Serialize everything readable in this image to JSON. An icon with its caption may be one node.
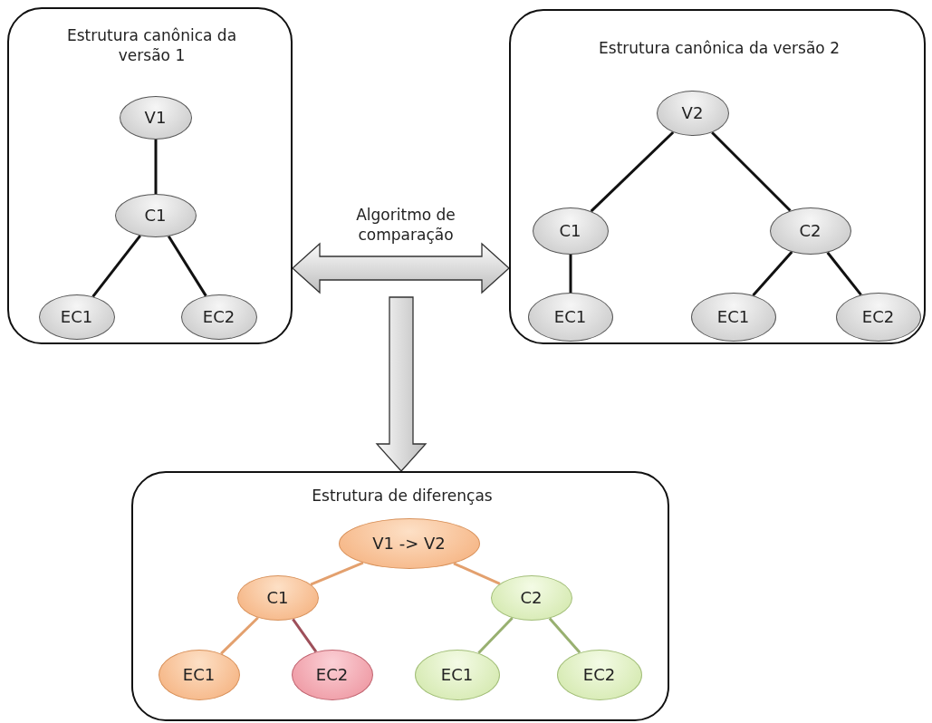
{
  "diagram": {
    "nodes": [
      {
        "text": [
          "Estrutura canônica da versão 1"
        ]
      },
      {
        "text": [
          "V1"
        ],
        "in": 0
      },
      {
        "text": [
          "C1"
        ],
        "in": 0
      },
      {
        "text": [
          "EC1"
        ],
        "in": 0
      },
      {
        "text": [
          "EC2"
        ],
        "in": 0
      },
      {
        "text": [
          "Estrutura canônica da versão 2"
        ]
      },
      {
        "text": [
          "V2"
        ],
        "in": 5
      },
      {
        "text": [
          "C1"
        ],
        "in": 5
      },
      {
        "text": [
          "C2"
        ],
        "in": 5
      },
      {
        "text": [
          "EC1"
        ],
        "in": 5
      },
      {
        "text": [
          "EC1"
        ],
        "in": 5
      },
      {
        "text": [
          "EC2"
        ],
        "in": 5
      },
      {
        "text": [
          "Estrutura de diferenças"
        ]
      },
      {
        "text": [
          "V1 -> V2"
        ],
        "in": 12
      },
      {
        "text": [
          "C1"
        ],
        "in": 12
      },
      {
        "text": [
          "C2"
        ],
        "in": 12
      },
      {
        "text": [
          "EC1"
        ],
        "in": 12
      },
      {
        "text": [
          "EC2"
        ],
        "in": 12
      },
      {
        "text": [
          "EC1"
        ],
        "in": 12
      },
      {
        "text": [
          "EC2"
        ],
        "in": 12
      }
    ],
    "edges": [
      {
        "from": 0,
        "to": 5,
        "arrow": "both",
        "label": "Algoritmo de comparação",
        "style": "thick"
      },
      {
        "from": null,
        "to": 12,
        "arrow": "to",
        "style": "thick"
      },
      {
        "from": 1,
        "to": 2,
        "arrow": "none"
      },
      {
        "from": 2,
        "to": 3,
        "arrow": "none"
      },
      {
        "from": 2,
        "to": 4,
        "arrow": "none"
      },
      {
        "from": 6,
        "to": 7,
        "arrow": "none"
      },
      {
        "from": 6,
        "to": 8,
        "arrow": "none"
      },
      {
        "from": 7,
        "to": 9,
        "arrow": "none"
      },
      {
        "from": 8,
        "to": 10,
        "arrow": "none"
      },
      {
        "from": 8,
        "to": 11,
        "arrow": "none"
      },
      {
        "from": 13,
        "to": 14,
        "arrow": "none",
        "color": "#e3a06e"
      },
      {
        "from": 13,
        "to": 15,
        "arrow": "none",
        "color": "#e3a06e"
      },
      {
        "from": 14,
        "to": 16,
        "arrow": "none",
        "color": "#e3a06e"
      },
      {
        "from": 14,
        "to": 17,
        "arrow": "none",
        "color": "#9e4f5a"
      },
      {
        "from": 15,
        "to": 18,
        "arrow": "none",
        "color": "#98b070"
      },
      {
        "from": 15,
        "to": 19,
        "arrow": "none",
        "color": "#98b070"
      }
    ]
  }
}
